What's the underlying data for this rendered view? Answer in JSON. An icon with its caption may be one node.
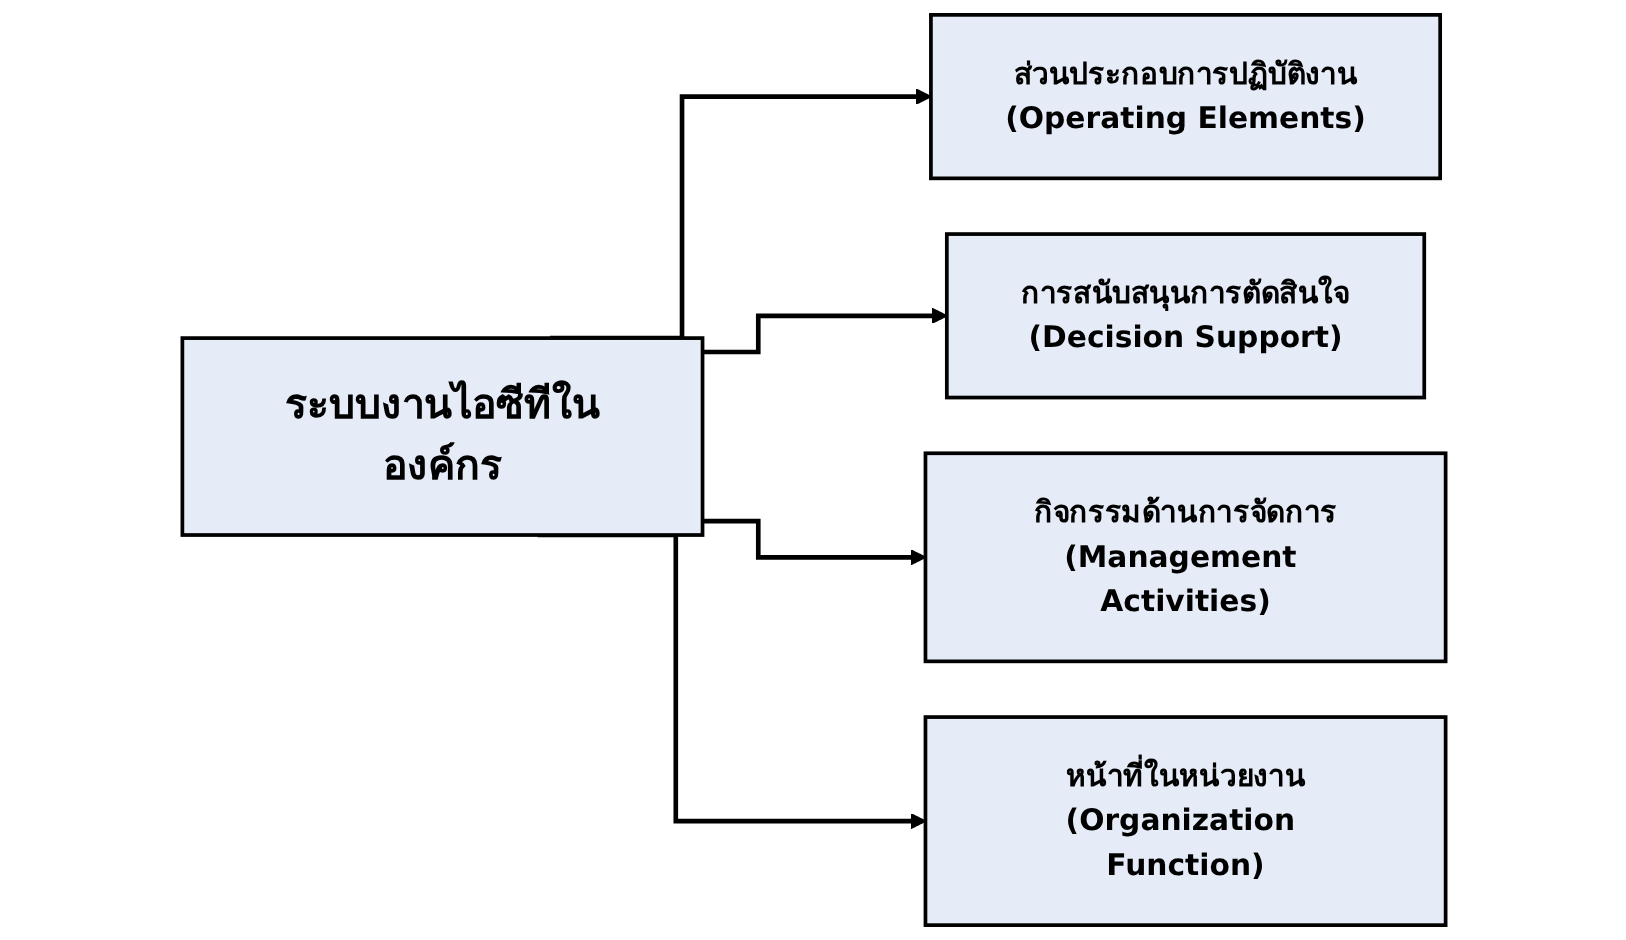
{
  "diagram": {
    "nodes": [
      {
        "text": [
          "ระบบงานไอซีทีในองค์กร"
        ]
      },
      {
        "text": [
          "ส่วนประกอบการปฏิบัติงาน",
          "(Operating Elements)"
        ]
      },
      {
        "text": [
          "การสนับสนุนการตัดสินใจ",
          "(Decision Support)"
        ]
      },
      {
        "text": [
          "กิจกรรมด้านการจัดการ",
          "(Management Activities)"
        ]
      },
      {
        "text": [
          "หน้าที่ในหน่วยงาน",
          "(Organization Function)"
        ]
      }
    ],
    "edges": [
      {
        "from": 0,
        "to": 1,
        "arrow": "to"
      },
      {
        "from": 0,
        "to": 2,
        "arrow": "to"
      },
      {
        "from": 0,
        "to": 3,
        "arrow": "to"
      },
      {
        "from": 0,
        "to": 4,
        "arrow": "to"
      }
    ]
  }
}
